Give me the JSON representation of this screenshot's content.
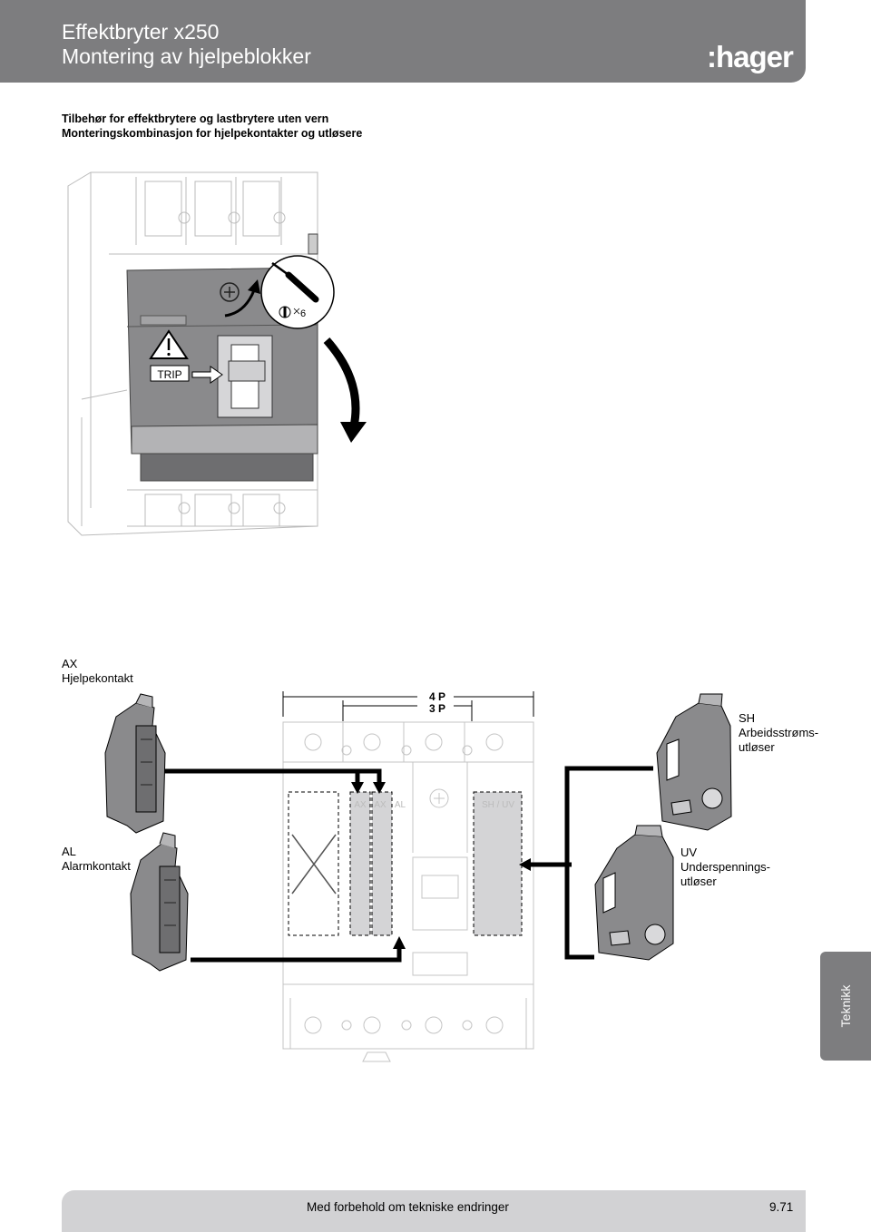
{
  "header": {
    "title_line1": "Effektbryter x250",
    "title_line2": "Montering av hjelpeblokker",
    "logo": ":hager"
  },
  "subtitle": {
    "line1": "Tilbehør for effektbrytere og lastbrytere uten vern",
    "line2": "Monteringskombinasjon for hjelpekontakter og utløsere"
  },
  "figure1": {
    "trip_label": "TRIP",
    "tool_size": "6"
  },
  "figure2": {
    "poles_4": "4 P",
    "poles_3": "3 P",
    "slot_ax1": "AX",
    "slot_ax2": "AX",
    "slot_al": "AL",
    "slot_sh_uv": "SH / UV"
  },
  "accessories": {
    "ax": {
      "code": "AX",
      "name": "Hjelpekontakt"
    },
    "al": {
      "code": "AL",
      "name": "Alarmkontakt"
    },
    "sh": {
      "code": "SH",
      "name_line1": "Arbeidsstrøms-",
      "name_line2": "utløser"
    },
    "uv": {
      "code": "UV",
      "name_line1": "Underspennings-",
      "name_line2": "utløser"
    }
  },
  "side_tab": "Teknikk",
  "footer": {
    "text": "Med forbehold om tekniske endringer",
    "page": "9.71"
  }
}
